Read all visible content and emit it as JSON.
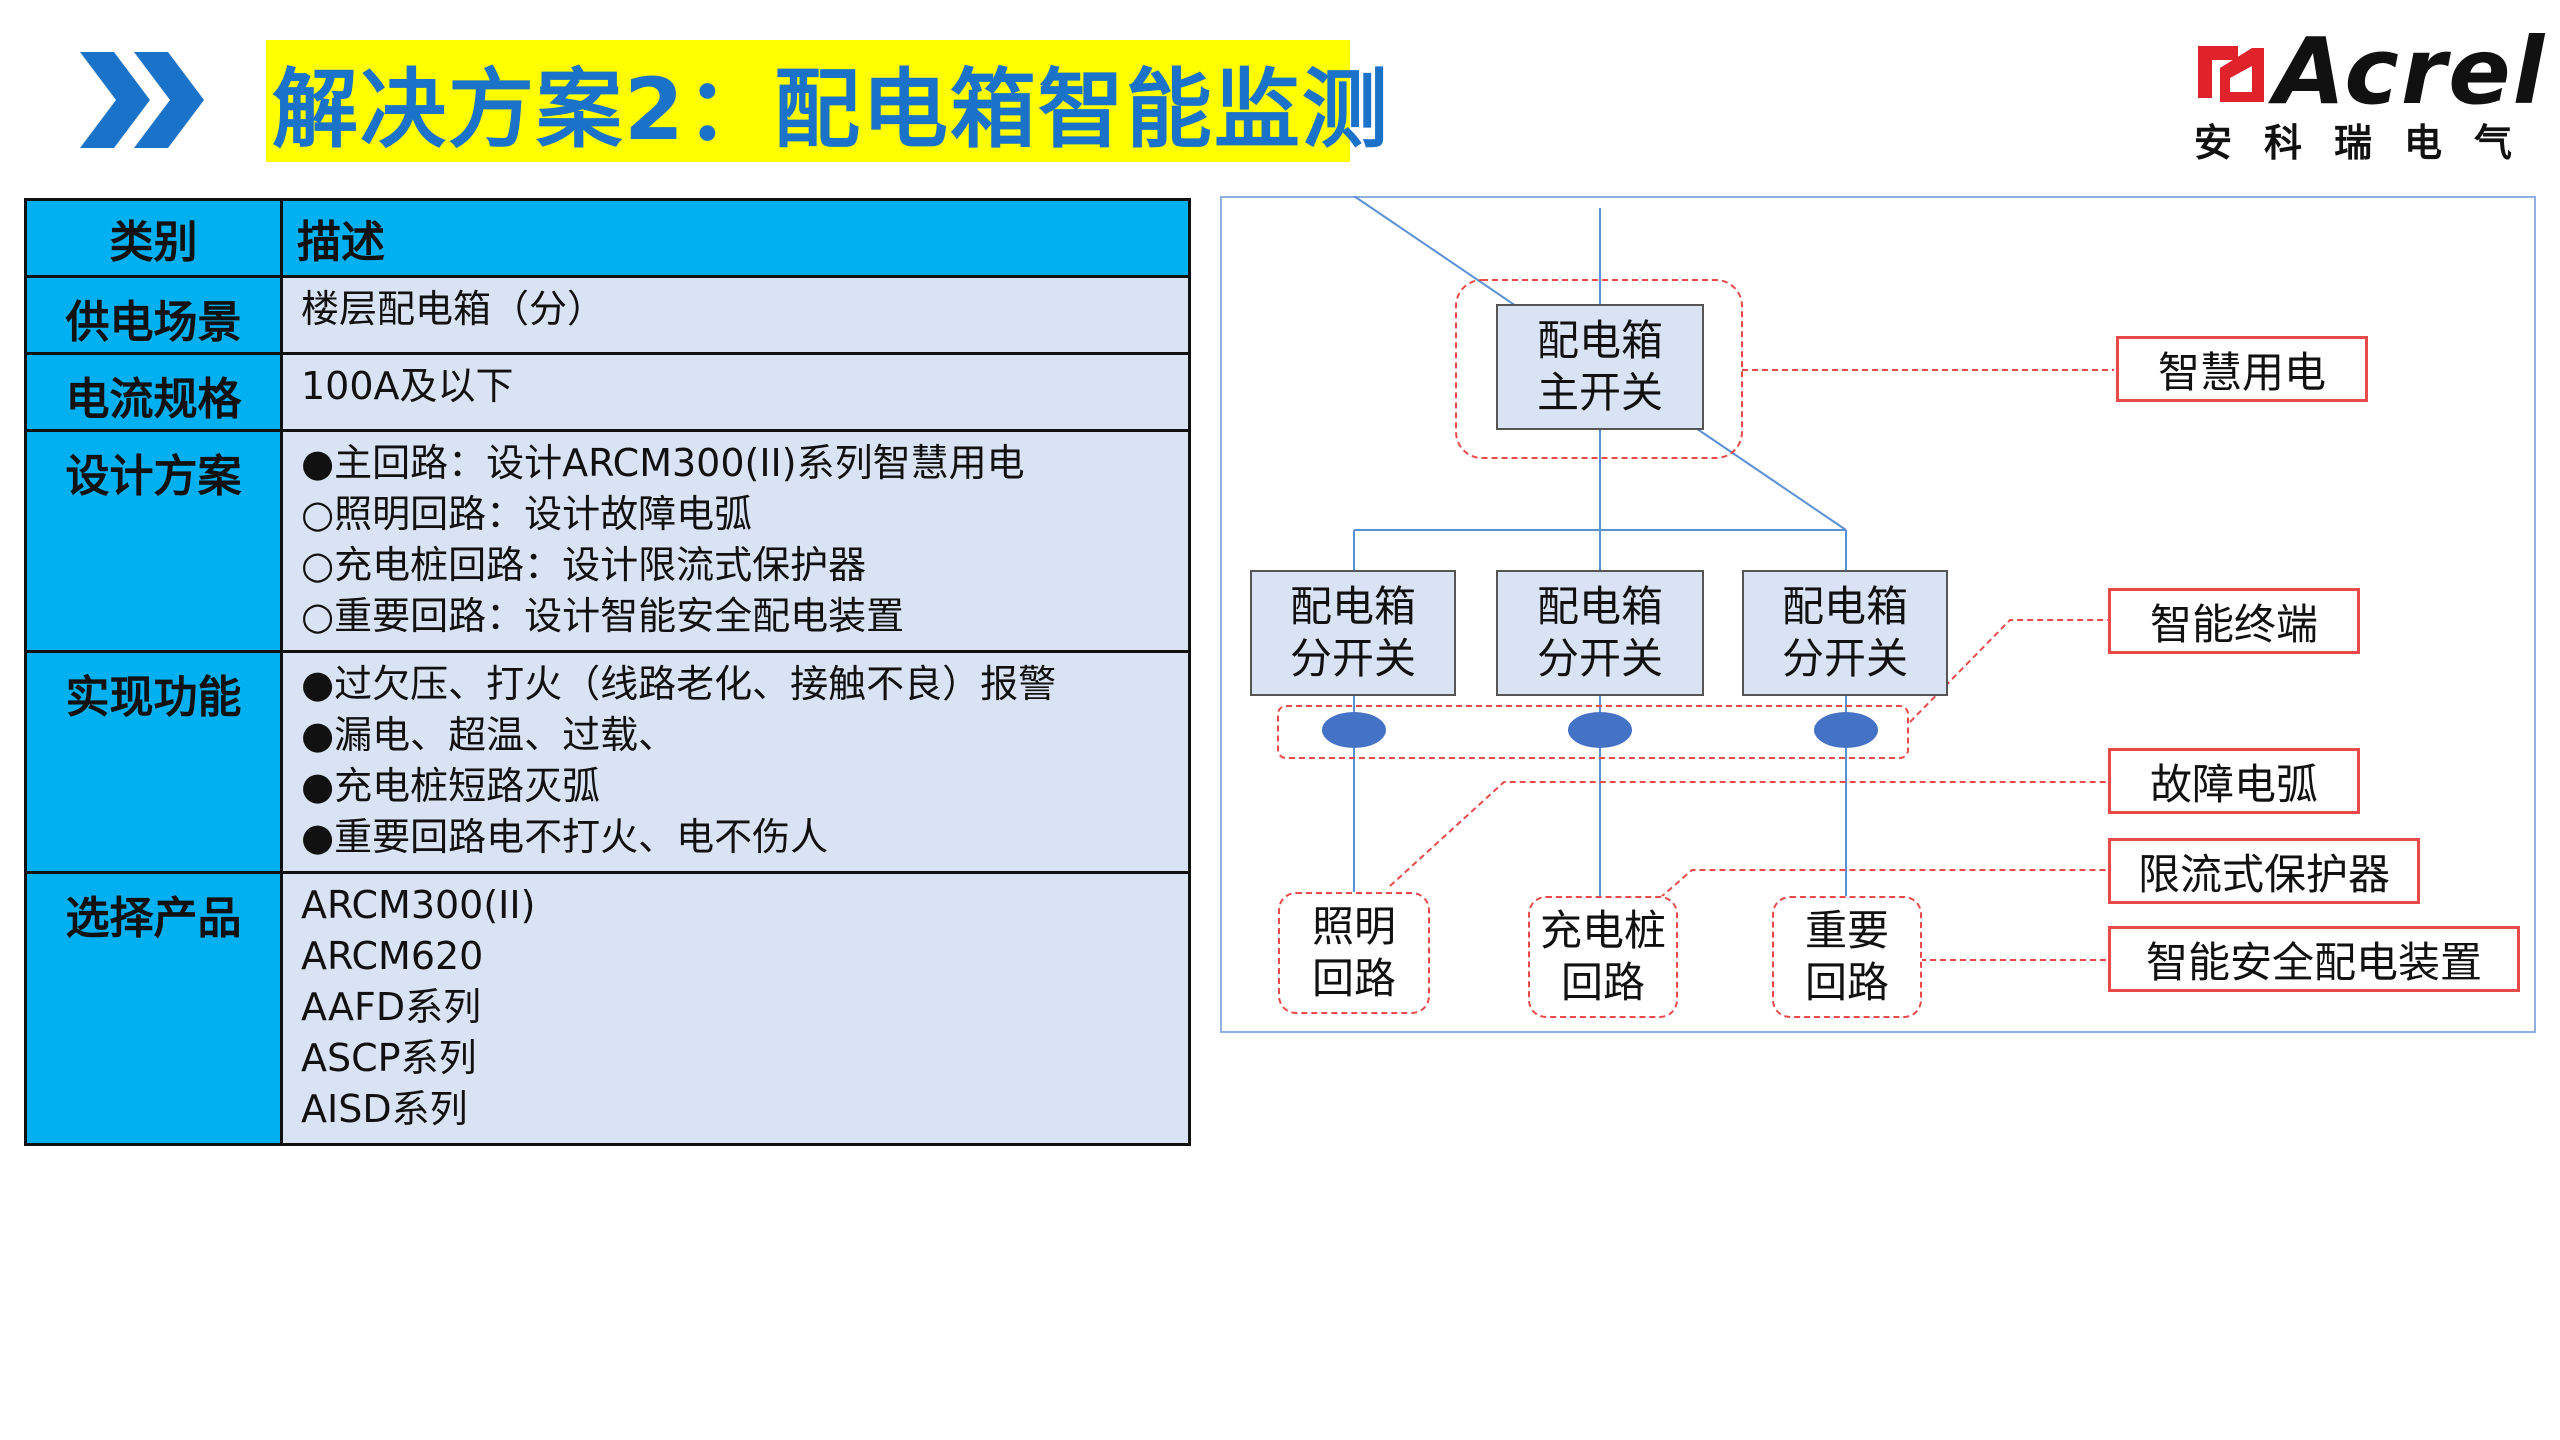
{
  "header": {
    "title": "解决方案2：配电箱智能监测"
  },
  "logo": {
    "brand": "Acrel",
    "subtitle": "安科瑞电气",
    "colors": {
      "mark": "#e0222a",
      "text": "#111111"
    }
  },
  "colors": {
    "title_bg": "#ffff00",
    "title_text": "#1a73c9",
    "chevron": "#1a73c9",
    "table_header": "#00b0f0",
    "table_body": "#dae3f3",
    "dashed_red": "#e84a4a",
    "diagram_line": "#5b8fd6",
    "node_fill": "#4472c4"
  },
  "table": {
    "header": {
      "category": "类别",
      "description": "描述"
    },
    "rows": [
      {
        "category": "供电场景",
        "lines": [
          "楼层配电箱（分）"
        ]
      },
      {
        "category": "电流规格",
        "lines": [
          "100A及以下"
        ]
      },
      {
        "category": "设计方案",
        "lines": [
          "●主回路：设计ARCM300(II)系列智慧用电",
          "○照明回路：设计故障电弧",
          "○充电桩回路：设计限流式保护器",
          "○重要回路：设计智能安全配电装置"
        ]
      },
      {
        "category": "实现功能",
        "lines": [
          "●过欠压、打火（线路老化、接触不良）报警",
          "●漏电、超温、过载、",
          "●充电桩短路灭弧",
          "●重要回路电不打火、电不伤人"
        ]
      },
      {
        "category": "选择产品",
        "lines": [
          "ARCM300(II)",
          "ARCM620",
          "AAFD系列",
          "ASCP系列",
          "AISD系列"
        ]
      }
    ]
  },
  "diagram": {
    "main_switch": {
      "line1": "配电箱",
      "line2": "主开关"
    },
    "branch_switches": [
      {
        "line1": "配电箱",
        "line2": "分开关"
      },
      {
        "line1": "配电箱",
        "line2": "分开关"
      },
      {
        "line1": "配电箱",
        "line2": "分开关"
      }
    ],
    "circuits": [
      {
        "line1": "照明",
        "line2": "回路"
      },
      {
        "line1": "充电桩",
        "line2": "回路"
      },
      {
        "line1": "重要",
        "line2": "回路"
      }
    ],
    "tags": {
      "smart_power": "智慧用电",
      "smart_terminal": "智能终端",
      "arc_fault": "故障电弧",
      "current_limit": "限流式保护器",
      "safety_device": "智能安全配电装置"
    }
  }
}
